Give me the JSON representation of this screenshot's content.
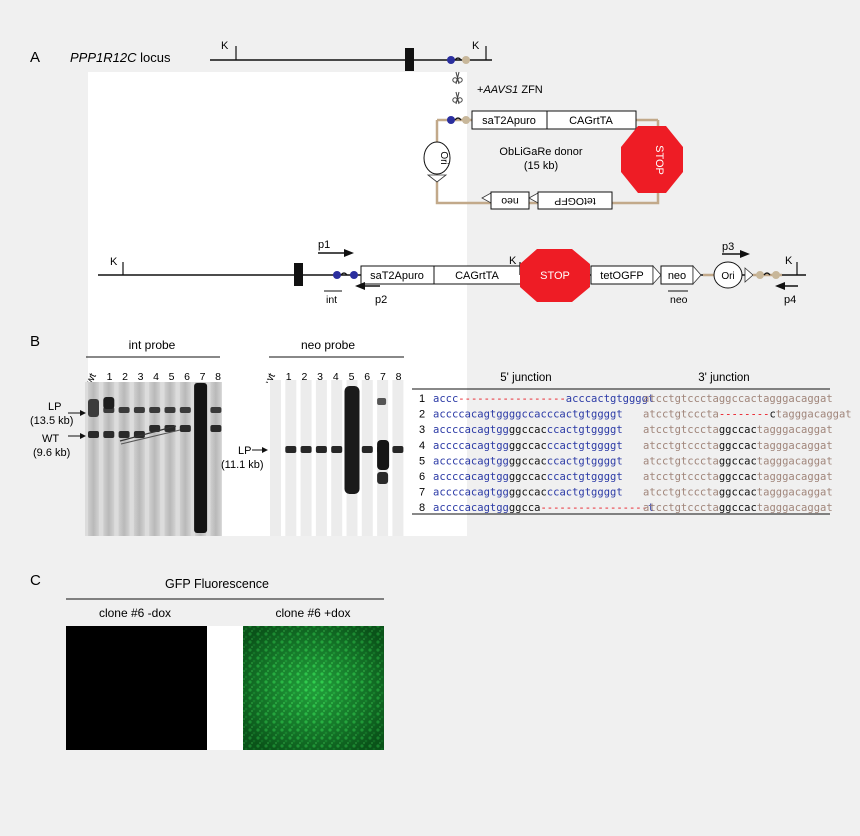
{
  "panels": {
    "a": {
      "label": "A",
      "locus": "PPP1R12C",
      "locus_suffix": " locus",
      "k_label": "K",
      "zfn_prefix": "+",
      "zfn_gene": "AAVS1",
      "zfn_suffix": " ZFN",
      "donor": {
        "seg_sat2apuro": "saT2Apuro",
        "seg_cagrtta": "CAGrtTA",
        "stop": "STOP",
        "ori": "Ori",
        "name": "ObLiGaRe donor",
        "size": "(15 kb)",
        "neo_flipped": "neo",
        "tetogfp_flipped": "tetOGFP"
      },
      "integrated": {
        "seg_sat2apuro": "saT2Apuro",
        "seg_cagrtta": "CAGrtTA",
        "stop": "STOP",
        "seg_tetogfp": "tetOGFP",
        "seg_neo": "neo",
        "ori": "Ori",
        "p1": "p1",
        "p2": "p2",
        "p3": "p3",
        "p4": "p4",
        "int_label": "int",
        "neo_label": "neo"
      }
    },
    "b": {
      "label": "B",
      "int_probe": {
        "title": "int probe",
        "lanes": [
          "wt",
          "1",
          "2",
          "3",
          "4",
          "5",
          "6",
          "7",
          "8"
        ],
        "lp_label": "LP",
        "lp_size": "(13.5 kb)",
        "wt_label": "WT",
        "wt_size": "(9.6 kb)"
      },
      "neo_probe": {
        "title": "neo probe",
        "lanes": [
          "wt",
          "1",
          "2",
          "3",
          "4",
          "5",
          "6",
          "7",
          "8"
        ],
        "lp_label": "LP",
        "lp_size": "(11.1 kb)"
      },
      "junctions": {
        "head5": "5' junction",
        "head3": "3' junction",
        "rows": [
          {
            "n": "1",
            "j5": [
              {
                "t": "accc",
                "c": "blue"
              },
              {
                "t": "-----------------",
                "c": "red"
              },
              {
                "t": "acccactgtggggt",
                "c": "blue"
              }
            ],
            "j3": [
              {
                "t": "atcctgtccctaggccactagggacaggat",
                "c": "brown"
              }
            ]
          },
          {
            "n": "2",
            "j5": [
              {
                "t": "accccacagtggggccacccactgtggggt",
                "c": "blue"
              }
            ],
            "j3": [
              {
                "t": "atcctgtcccta",
                "c": "brown"
              },
              {
                "t": "--------",
                "c": "red"
              },
              {
                "t": "c",
                "c": "black"
              },
              {
                "t": "tagggacaggat",
                "c": "brown"
              }
            ]
          },
          {
            "n": "3",
            "j5": [
              {
                "t": "accccacagtgg",
                "c": "blue"
              },
              {
                "t": "ggccac",
                "c": "black"
              },
              {
                "t": "ccactgtggggt",
                "c": "blue"
              }
            ],
            "j3": [
              {
                "t": "atcctgtcccta",
                "c": "brown"
              },
              {
                "t": "ggccac",
                "c": "black"
              },
              {
                "t": "tagggacaggat",
                "c": "brown"
              }
            ]
          },
          {
            "n": "4",
            "j5": [
              {
                "t": "accccacagtgg",
                "c": "blue"
              },
              {
                "t": "ggccac",
                "c": "black"
              },
              {
                "t": "ccactgtggggt",
                "c": "blue"
              }
            ],
            "j3": [
              {
                "t": "atcctgtcccta",
                "c": "brown"
              },
              {
                "t": "ggccac",
                "c": "black"
              },
              {
                "t": "tagggacaggat",
                "c": "brown"
              }
            ]
          },
          {
            "n": "5",
            "j5": [
              {
                "t": "accccacagtgg",
                "c": "blue"
              },
              {
                "t": "ggccac",
                "c": "black"
              },
              {
                "t": "ccactgtggggt",
                "c": "blue"
              }
            ],
            "j3": [
              {
                "t": "atcctgtcccta",
                "c": "brown"
              },
              {
                "t": "ggccac",
                "c": "black"
              },
              {
                "t": "tagggacaggat",
                "c": "brown"
              }
            ]
          },
          {
            "n": "6",
            "j5": [
              {
                "t": "accccacagtgg",
                "c": "blue"
              },
              {
                "t": "ggccac",
                "c": "black"
              },
              {
                "t": "ccactgtggggt",
                "c": "blue"
              }
            ],
            "j3": [
              {
                "t": "atcctgtcccta",
                "c": "brown"
              },
              {
                "t": "ggccac",
                "c": "black"
              },
              {
                "t": "tagggacaggat",
                "c": "brown"
              }
            ]
          },
          {
            "n": "7",
            "j5": [
              {
                "t": "accccacagtgg",
                "c": "blue"
              },
              {
                "t": "ggccac",
                "c": "black"
              },
              {
                "t": "ccactgtggggt",
                "c": "blue"
              }
            ],
            "j3": [
              {
                "t": "atcctgtcccta",
                "c": "brown"
              },
              {
                "t": "ggccac",
                "c": "black"
              },
              {
                "t": "tagggacaggat",
                "c": "brown"
              }
            ]
          },
          {
            "n": "8",
            "j5": [
              {
                "t": "accccacagtgg",
                "c": "blue"
              },
              {
                "t": "ggcca",
                "c": "black"
              },
              {
                "t": "-----------------",
                "c": "red"
              },
              {
                "t": "t",
                "c": "blue"
              }
            ],
            "j3": [
              {
                "t": "atcctgtcccta",
                "c": "brown"
              },
              {
                "t": "ggccac",
                "c": "black"
              },
              {
                "t": "tagggacaggat",
                "c": "brown"
              }
            ]
          }
        ]
      }
    },
    "c": {
      "label": "C",
      "title": "GFP Fluorescence",
      "left_caption": "clone #6 -dox",
      "right_caption": "clone #6 +dox"
    }
  },
  "colors": {
    "stop": "#ee1c25",
    "blue_dot": "#2b2f9e",
    "tan_dot": "#c8b79a",
    "plasmid": "#c2a98a",
    "seq_blue": "#2b3aa6",
    "seq_brown": "#a0857a",
    "seq_red": "#e8121c",
    "seq_black": "#111111",
    "gfp": "#1ea83a"
  }
}
